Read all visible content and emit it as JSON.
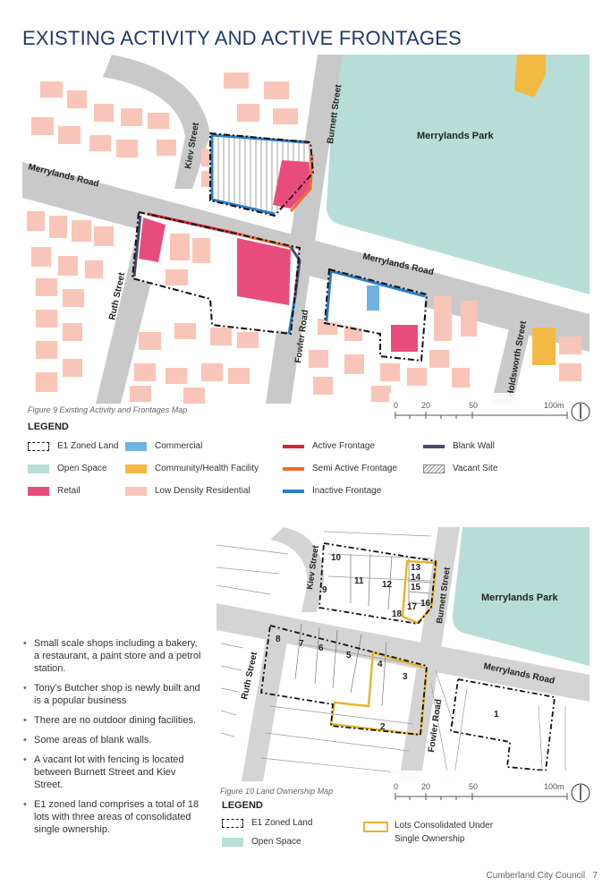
{
  "page_title": "EXISTING ACTIVITY AND ACTIVE FRONTAGES",
  "map1": {
    "caption": "Figure 9 Existing Activity and Frontages Map",
    "streets": {
      "kiev": "Kiev Street",
      "burnett": "Burnett Street",
      "merrylands_w": "Merrylands Road",
      "merrylands_e": "Merrylands Road",
      "ruth": "Ruth Street",
      "fowler": "Fowler Road",
      "holdsworth": "Holdsworth Street"
    },
    "park": "Merrylands Park",
    "scale": {
      "s0": "0",
      "s20": "20",
      "s50": "50",
      "s100": "100m"
    }
  },
  "legend1": {
    "heading": "LEGEND",
    "items": {
      "e1": "E1 Zoned Land",
      "open": "Open Space",
      "retail": "Retail",
      "commercial": "Commercial",
      "community": "Community/Health  Facility",
      "residential": "Low Density  Residential",
      "active": "Active Frontage",
      "semi": "Semi Active Frontage",
      "inactive": "Inactive Frontage",
      "blank": "Blank Wall",
      "vacant": "Vacant Site"
    }
  },
  "map2": {
    "caption": "Figure 10 Land Ownership Map",
    "streets": {
      "kiev": "Kiev Street",
      "burnett": "Burnett Street",
      "merrylands": "Merrylands Road",
      "ruth": "Ruth Street",
      "fowler": "Fowler Road"
    },
    "park": "Merrylands Park",
    "lots": [
      "1",
      "2",
      "3",
      "4",
      "5",
      "6",
      "7",
      "8",
      "9",
      "10",
      "11",
      "12",
      "13",
      "14",
      "15",
      "16",
      "17",
      "18"
    ],
    "scale": {
      "s0": "0",
      "s20": "20",
      "s50": "50",
      "s100": "100m"
    }
  },
  "legend2": {
    "heading": "LEGEND",
    "items": {
      "e1": "E1 Zoned Land",
      "open": "Open Space",
      "consolidated_1": "Lots Consolidated Under",
      "consolidated_2": "Single Ownership"
    }
  },
  "bullets": [
    "Small scale shops including a bakery, a restaurant, a paint store and a petrol station.",
    "Tony’s Butcher shop is newly built and is a popular business",
    "There are no outdoor dining facilities.",
    "Some areas of blank walls.",
    "A vacant lot with fencing is located between Burnett Street and Kiev Street.",
    "E1 zoned land comprises a total of 18 lots with three areas of consolidated single ownership."
  ],
  "footer": {
    "council": "Cumberland City Council",
    "page": "7"
  },
  "colors": {
    "retail": "#e84c7d",
    "commercial": "#6fb3e0",
    "community": "#f4b942",
    "residential": "#f9c5b8",
    "open_space": "#b6ded6",
    "active": "#d62631",
    "semi": "#f26b2f",
    "inactive": "#2a7fc9",
    "blank": "#4a4a6a",
    "consolidated": "#e8b32a"
  }
}
